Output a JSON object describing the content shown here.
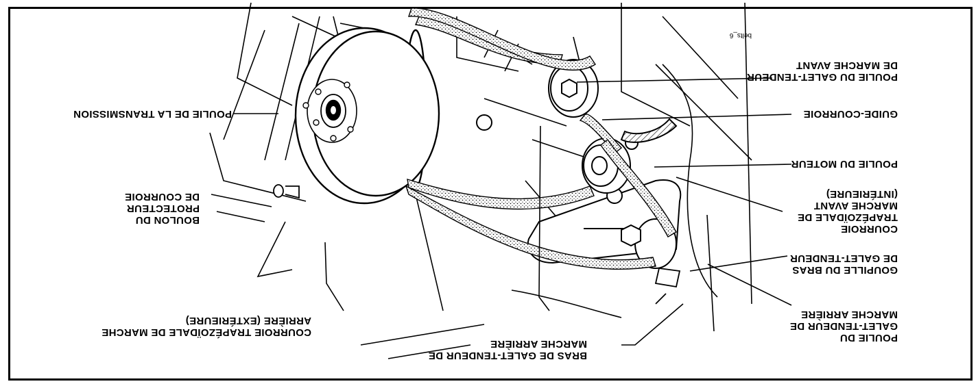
{
  "figure_tag": "belts_6",
  "labels": {
    "transmission_pulley": "POULIE DE LA TRANSMISSION",
    "guard_bolt": "BOULON DU\nPROTECTEUR\nDE COURROIE",
    "reverse_belt": "COURROIE TRAPÉZOÏDALE DE MARCHE\nARRIÈRE (EXTÉRIEURE)",
    "reverse_idler_arm": "BRAS DE GALET-TENDEUR DE\nMARCHE ARRIÈRE",
    "reverse_idler_pulley": "POULIE DU\nGALET-TENDEUR DE\nMARCHE ARRIÈRE",
    "idler_arm_pin": "GOUPILLE DU BRAS\nDE GALET-TENDEUR",
    "forward_belt": "COURROIE\nTRAPÉZOÏDALE DE\nMARCHE AVANT\n(INTÉRIEURE)",
    "engine_pulley": "POULIE DU MOTEUR",
    "belt_guide": "GUIDE-COURROIE",
    "forward_idler_pulley": "POULIE DU GALET-TENDEUR\nDE MARCHE AVANT"
  }
}
